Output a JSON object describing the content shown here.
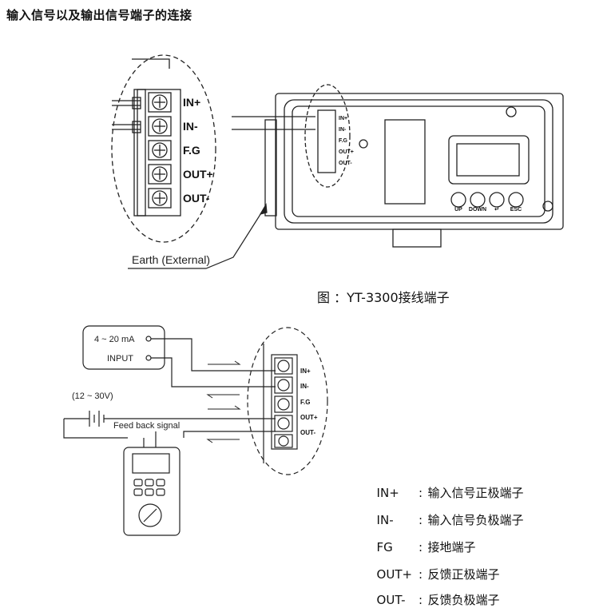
{
  "title": "输入信号以及输出信号端子的连接",
  "caption": "图 ：YT-3300接线端子",
  "top_figure": {
    "zoom_labels": [
      "IN+",
      "IN-",
      "F.G",
      "OUT+",
      "OUT-"
    ],
    "device_labels": [
      "IN+",
      "IN-",
      "F.G",
      "OUT+",
      "OUT-"
    ],
    "earth_label": "Earth (External)",
    "buttons": [
      "UP",
      "DOWN",
      "↵",
      "ESC"
    ]
  },
  "bottom_figure": {
    "source_current": "4 ~ 20 mA",
    "source_input": "INPUT",
    "supply_voltage": "(12 ~ 30V)",
    "feedback": "Feed back signal",
    "terminal_labels": [
      "IN+",
      "IN-",
      "F.G",
      "OUT+",
      "OUT-"
    ]
  },
  "legend": [
    {
      "code": "IN+",
      "sep": ":",
      "desc": "输入信号正极端子"
    },
    {
      "code": "IN-",
      "sep": ":",
      "desc": "输入信号负极端子"
    },
    {
      "code": "FG",
      "sep": ":",
      "desc": "接地端子"
    },
    {
      "code": "OUT+",
      "sep": ":",
      "desc": "反馈正极端子"
    },
    {
      "code": "OUT-",
      "sep": ":",
      "desc": "反馈负极端子"
    }
  ]
}
